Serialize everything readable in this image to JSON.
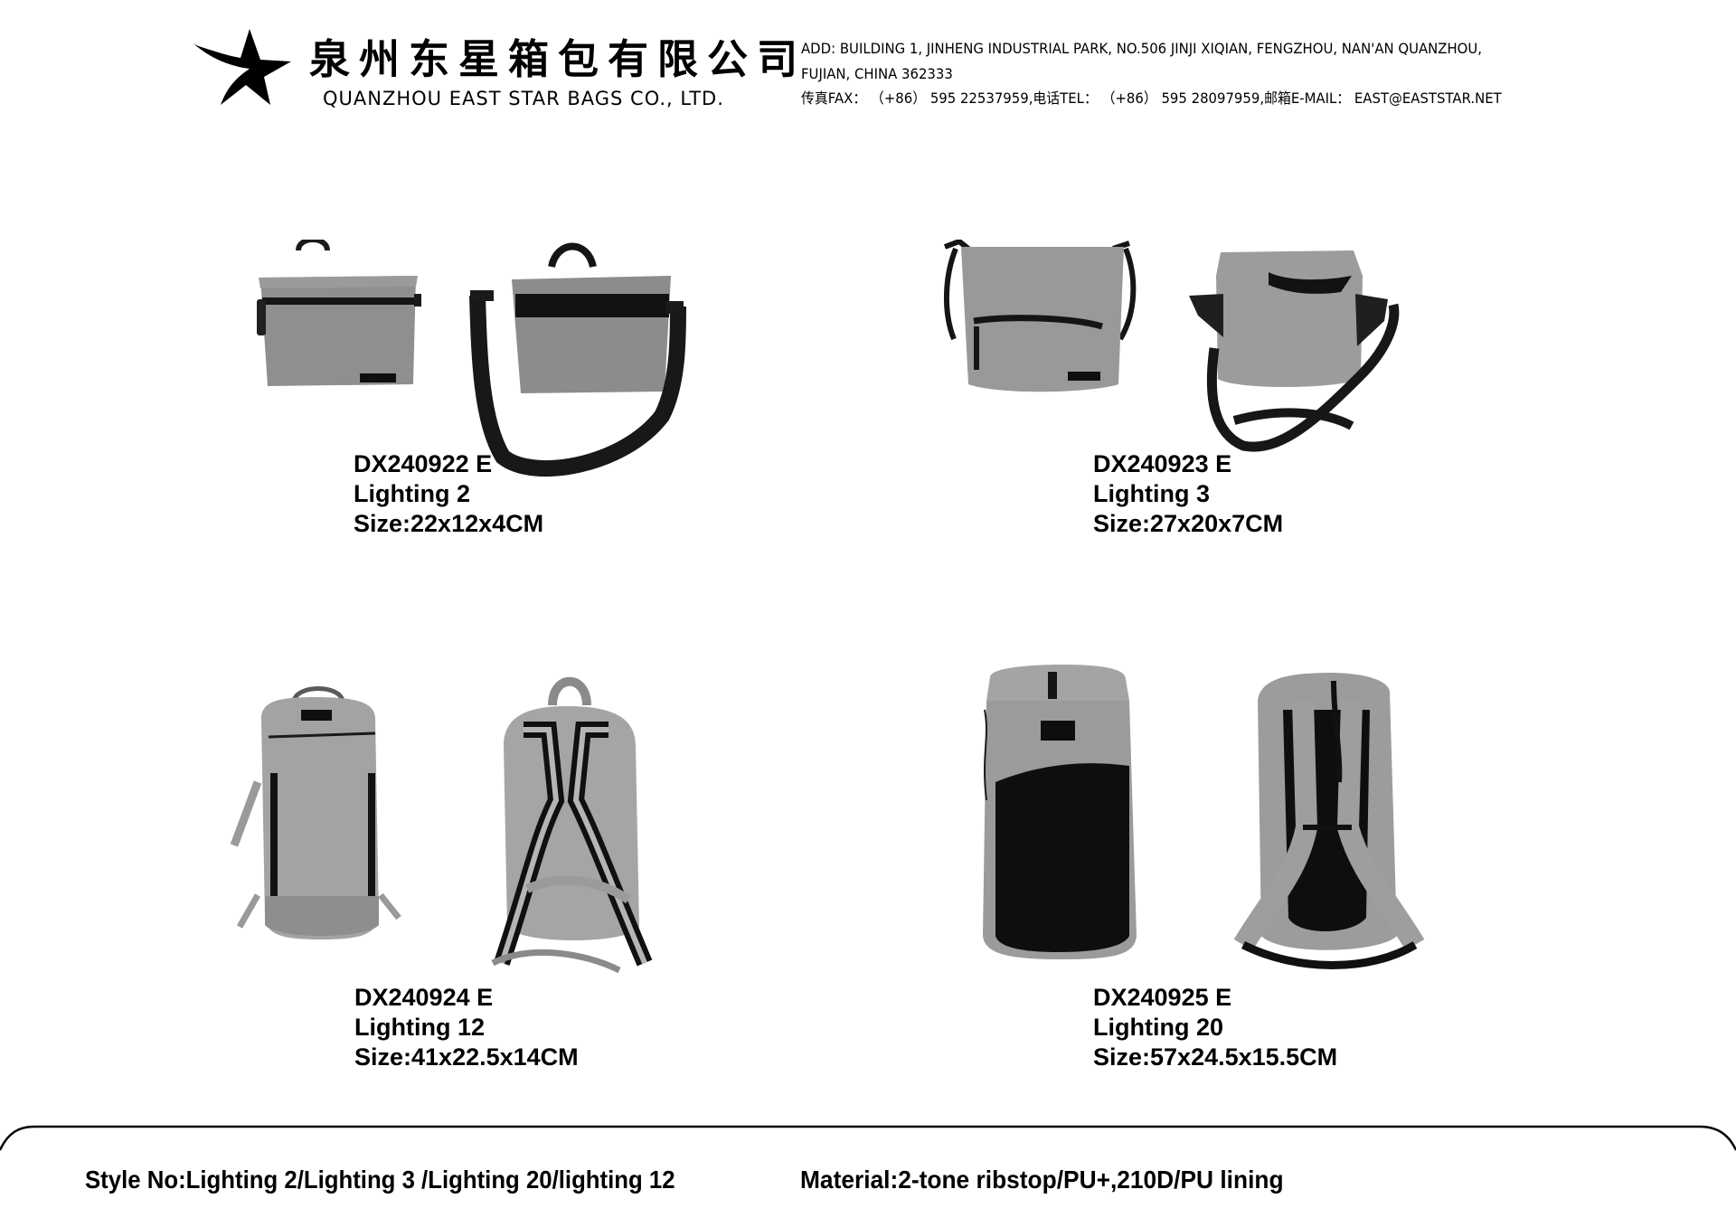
{
  "header": {
    "logo_icon": "star-logo-icon",
    "company_name_cn": "泉州东星箱包有限公司",
    "company_name_en": "QUANZHOU EAST STAR BAGS CO., LTD.",
    "address_line1": "ADD: BUILDING 1, JINHENG INDUSTRIAL PARK, NO.506 JINJI XIQIAN, FENGZHOU, NAN'AN QUANZHOU,",
    "address_line2": "FUJIAN, CHINA 362333",
    "contact_line": "传真FAX： （+86） 595 22537959,电话TEL： （+86） 595 28097959,邮箱E-MAIL： EAST@EASTSTAR.NET"
  },
  "products": [
    {
      "code": "DX240922 E",
      "name": "Lighting 2",
      "size": "Size:22x12x4CM",
      "type": "crossbody-pouch",
      "colors": {
        "body": "#8e8e8e",
        "trim": "#151515"
      }
    },
    {
      "code": "DX240923 E",
      "name": "Lighting 3",
      "size": "Size:27x20x7CM",
      "type": "shoulder-bag",
      "colors": {
        "body": "#9a9a9a",
        "trim": "#151515"
      }
    },
    {
      "code": "DX240924 E",
      "name": "Lighting 12",
      "size": "Size:41x22.5x14CM",
      "type": "daypack",
      "colors": {
        "body": "#a3a3a3",
        "trim": "#111111"
      }
    },
    {
      "code": "DX240925 E",
      "name": "Lighting 20",
      "size": "Size:57x24.5x15.5CM",
      "type": "rolltop-backpack",
      "colors": {
        "body": "#9b9b9b",
        "trim": "#0e0e0e"
      }
    }
  ],
  "footer": {
    "style_no": "Style No:Lighting 2/Lighting 3 /Lighting 20/lighting 12",
    "material": "Material:2-tone ribstop/PU+,210D/PU lining"
  }
}
